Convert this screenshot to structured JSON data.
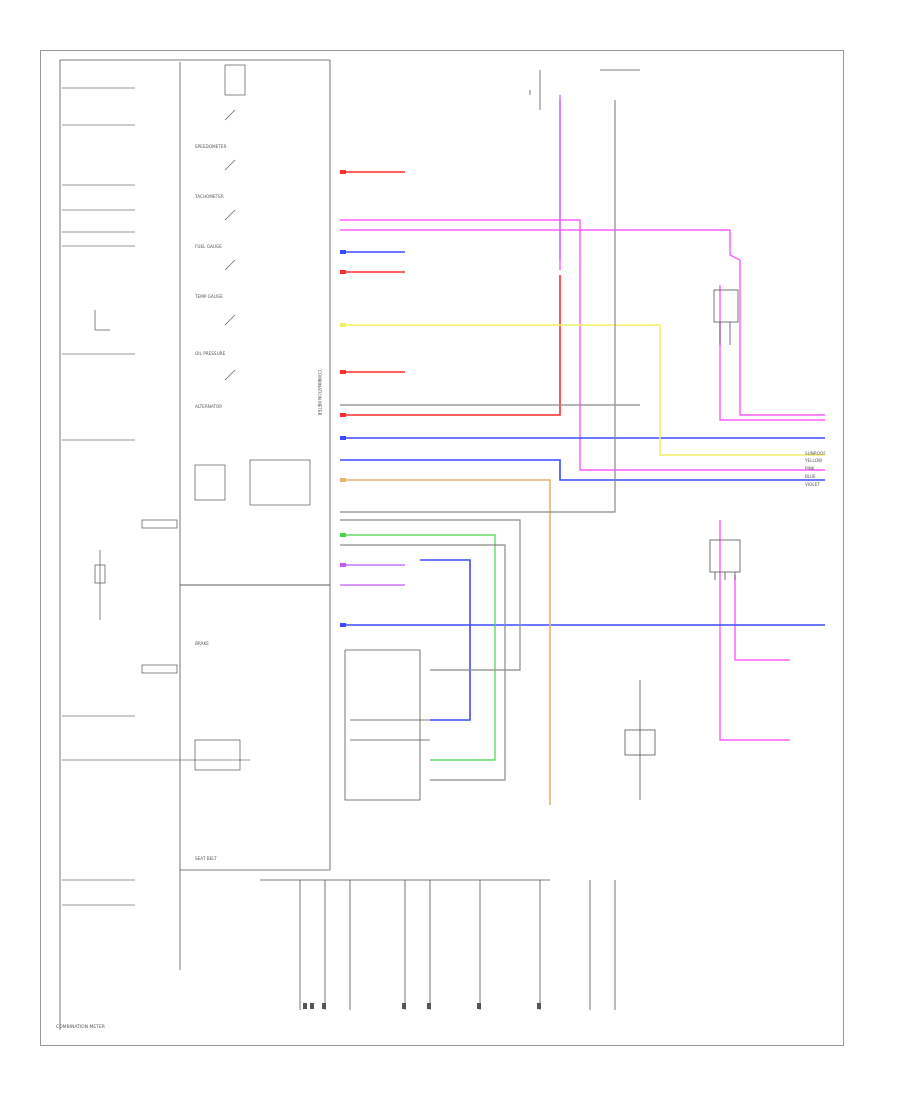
{
  "diagram": {
    "frame_label": "COMBINATION METER",
    "corner_code": "",
    "meter_labels": [
      "SPEEDOMETER",
      "TACHOMETER",
      "FUEL GAUGE",
      "TEMP GAUGE",
      "OIL PRESSURE",
      "ALTERNATOR",
      "BRAKE",
      "SEAT BELT"
    ],
    "connector_label": "COMBINATION METER",
    "right_labels": [
      "SUNROOF",
      "YELLOW",
      "PINK",
      "BLUE",
      "VIOLET"
    ],
    "wire_colors": {
      "pink": "#ff5cff",
      "red": "#ff2d2d",
      "blue": "#3c4bff",
      "yellow": "#f2ef62",
      "green": "#47d44a",
      "violet": "#c05cff",
      "orange": "#e8b26e",
      "gray": "#8a8a8a",
      "black": "#333333"
    }
  }
}
